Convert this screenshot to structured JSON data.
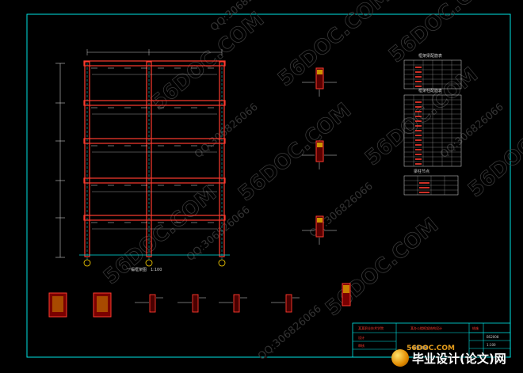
{
  "watermarks": {
    "site": "56DOC.COM",
    "qq": "QQ:306826066"
  },
  "drawing": {
    "elevation_caption": "一榀框架图",
    "elevation_scale": "1:100",
    "detail_caption": "一榀框架图"
  },
  "tables": [
    {
      "title": "框架梁配筋表"
    },
    {
      "title": "框架柱配筋表"
    },
    {
      "title": "梁柱节点"
    }
  ],
  "title_block": {
    "school": "某某职业技术学院",
    "project": "某办公楼框架结构设计",
    "drawing_name": "一榀框架图",
    "drawing_no": "结施",
    "design_label": "设计",
    "check_label": "审核",
    "scale": "1:100",
    "code": "BS2008"
  },
  "logo": {
    "site": "56DOC.COM",
    "text": "毕业设计(论文)网"
  },
  "colors": {
    "frame_line": "#00e5e5",
    "beam": "#ff3b2f",
    "column": "#ff3b2f",
    "dim": "#c8c8c8",
    "highlight": "#ffd400",
    "watermark": "#3a3a3a"
  }
}
